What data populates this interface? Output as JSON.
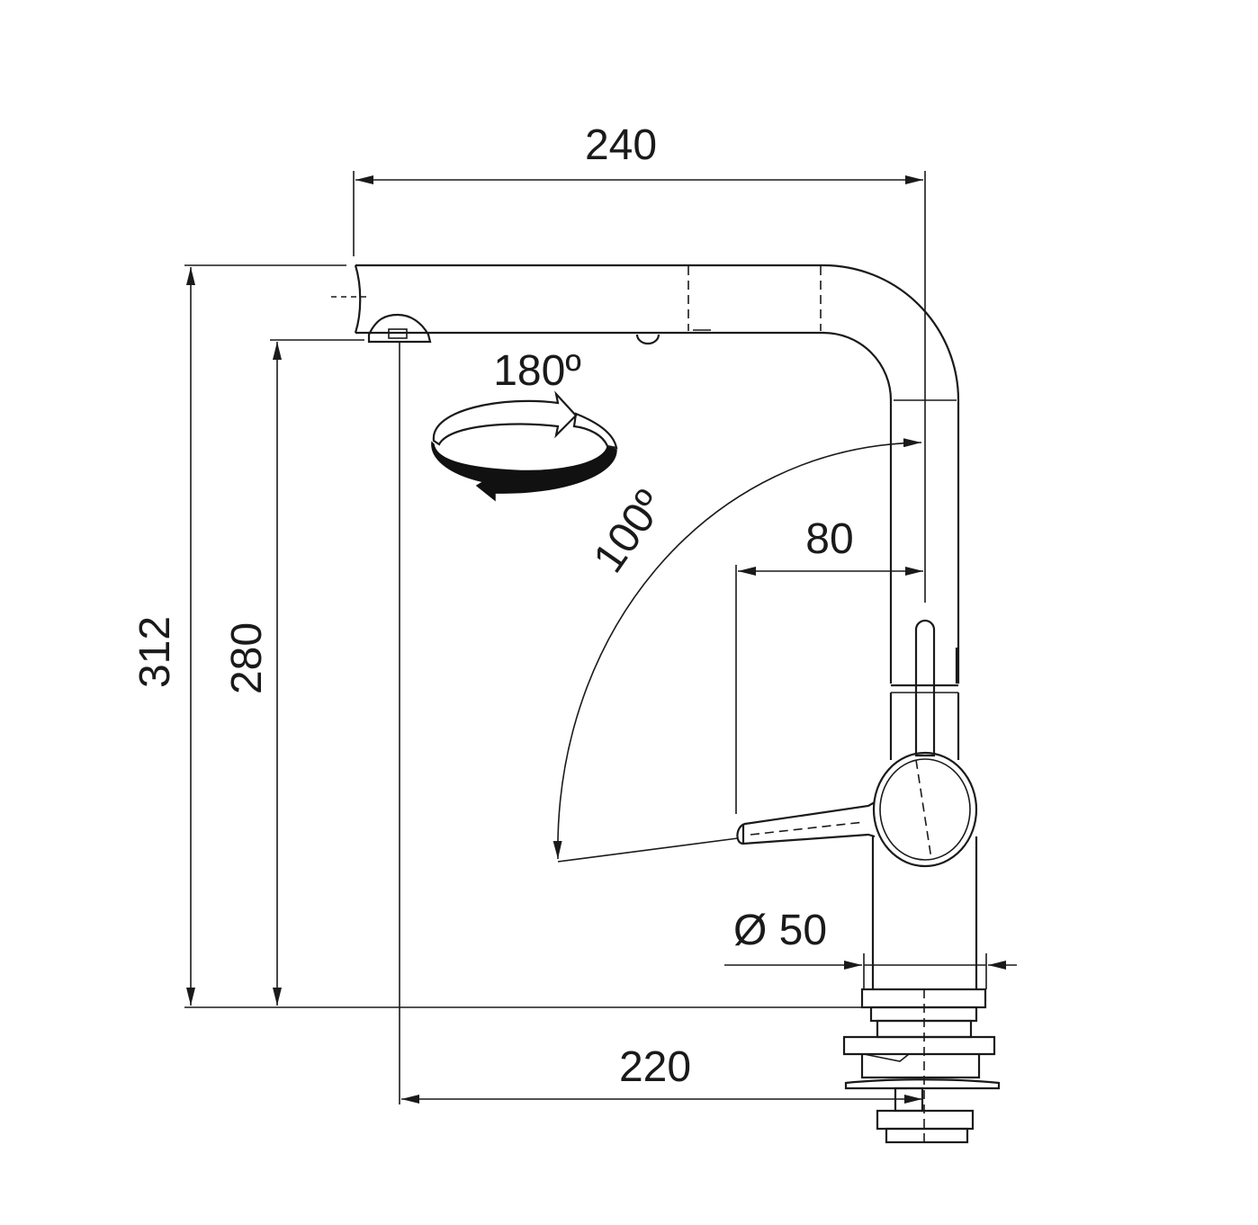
{
  "dimensions": {
    "spout_reach": "240",
    "total_height": "312",
    "spout_height": "280",
    "handle_offset": "80",
    "base_diameter": "Ø 50",
    "outlet_reach": "220"
  },
  "angles": {
    "spout_rotation": "180º",
    "handle_rotation": "100º"
  }
}
